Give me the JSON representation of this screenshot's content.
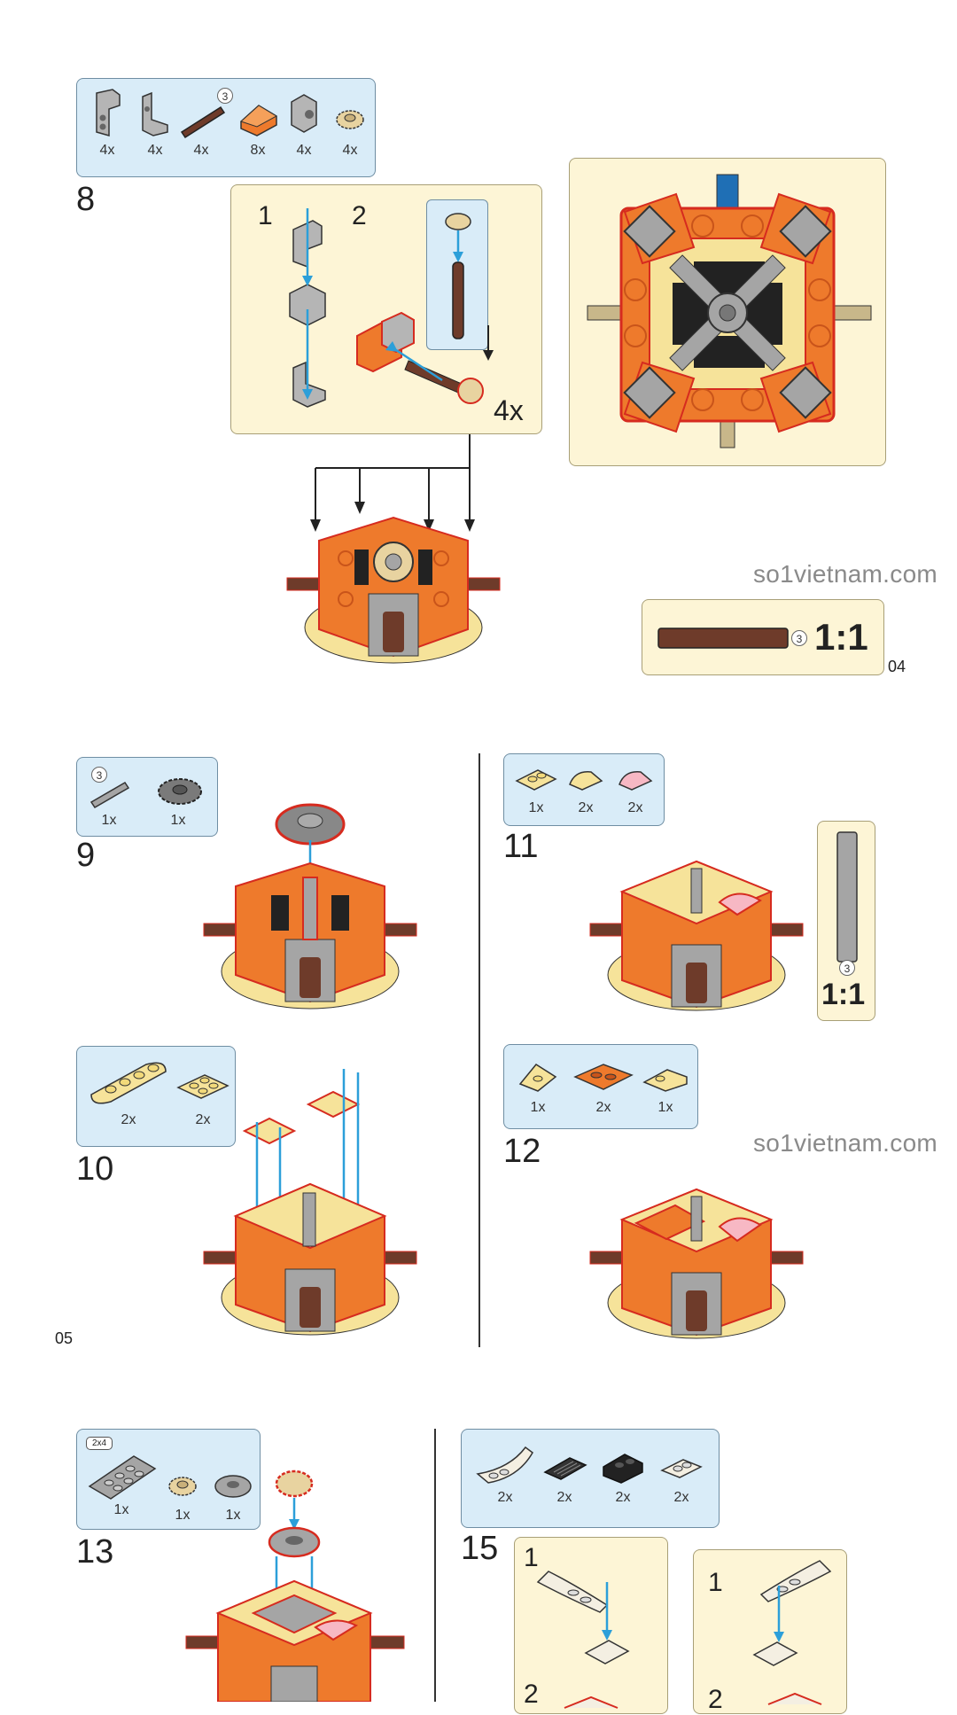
{
  "page_numbers": {
    "top": "04",
    "bottom": "05"
  },
  "watermark": "so1vietnam.com",
  "step8": {
    "number": "8",
    "parts": [
      {
        "qty": "4x",
        "icon": "bracket-1x2-gray"
      },
      {
        "qty": "4x",
        "icon": "bracket-plate-gray"
      },
      {
        "qty": "4x",
        "icon": "axle-3-brown"
      },
      {
        "qty": "8x",
        "icon": "slope-orange"
      },
      {
        "qty": "4x",
        "icon": "technic-brick-gray"
      },
      {
        "qty": "4x",
        "icon": "gear-tan"
      }
    ],
    "axle_length": "3",
    "sub1": "1",
    "sub2": "2",
    "multiplier": "4x",
    "ratio_box": {
      "length": "3",
      "ratio": "1:1"
    }
  },
  "step9": {
    "number": "9",
    "parts": [
      {
        "qty": "1x",
        "icon": "axle-3-gray"
      },
      {
        "qty": "1x",
        "icon": "gear-dark-gray"
      }
    ],
    "axle_length": "3"
  },
  "step10": {
    "number": "10",
    "parts": [
      {
        "qty": "2x",
        "icon": "round-plate-yellow"
      },
      {
        "qty": "2x",
        "icon": "plate-2x2-yellow"
      }
    ]
  },
  "step11": {
    "number": "11",
    "parts": [
      {
        "qty": "1x",
        "icon": "plate-yellow"
      },
      {
        "qty": "2x",
        "icon": "quarter-tile-yellow"
      },
      {
        "qty": "2x",
        "icon": "quarter-tile-pink"
      }
    ],
    "ratio_box": {
      "length": "3",
      "ratio": "1:1"
    }
  },
  "step12": {
    "number": "12",
    "parts": [
      {
        "qty": "1x",
        "icon": "wedge-yellow"
      },
      {
        "qty": "2x",
        "icon": "wedge-orange"
      },
      {
        "qty": "1x",
        "icon": "slope-yellow"
      }
    ]
  },
  "step13": {
    "number": "13",
    "badge": "2x4",
    "parts": [
      {
        "qty": "1x",
        "icon": "tile-2x4-gray"
      },
      {
        "qty": "1x",
        "icon": "gear-tan"
      },
      {
        "qty": "1x",
        "icon": "round-tile-gray"
      }
    ]
  },
  "step15": {
    "number": "15",
    "parts": [
      {
        "qty": "2x",
        "icon": "curved-slope-white"
      },
      {
        "qty": "2x",
        "icon": "grille-black"
      },
      {
        "qty": "2x",
        "icon": "bracket-black"
      },
      {
        "qty": "2x",
        "icon": "plate-white"
      }
    ],
    "left_panel": {
      "sub1": "1",
      "sub2": "2"
    },
    "right_panel": {
      "sub1": "1",
      "sub2": "2"
    }
  },
  "colors": {
    "orange": "#ee7a2c",
    "orange_dark": "#c9541a",
    "outline_red": "#d62b1f",
    "yellow": "#f6e39a",
    "gray": "#a5a5a5",
    "brown": "#6e3b2a",
    "tan": "#e8d3a0",
    "arrow_blue": "#2c9fd9",
    "parts_bg": "#d9ecf8",
    "panel_bg": "#fdf5d6"
  }
}
